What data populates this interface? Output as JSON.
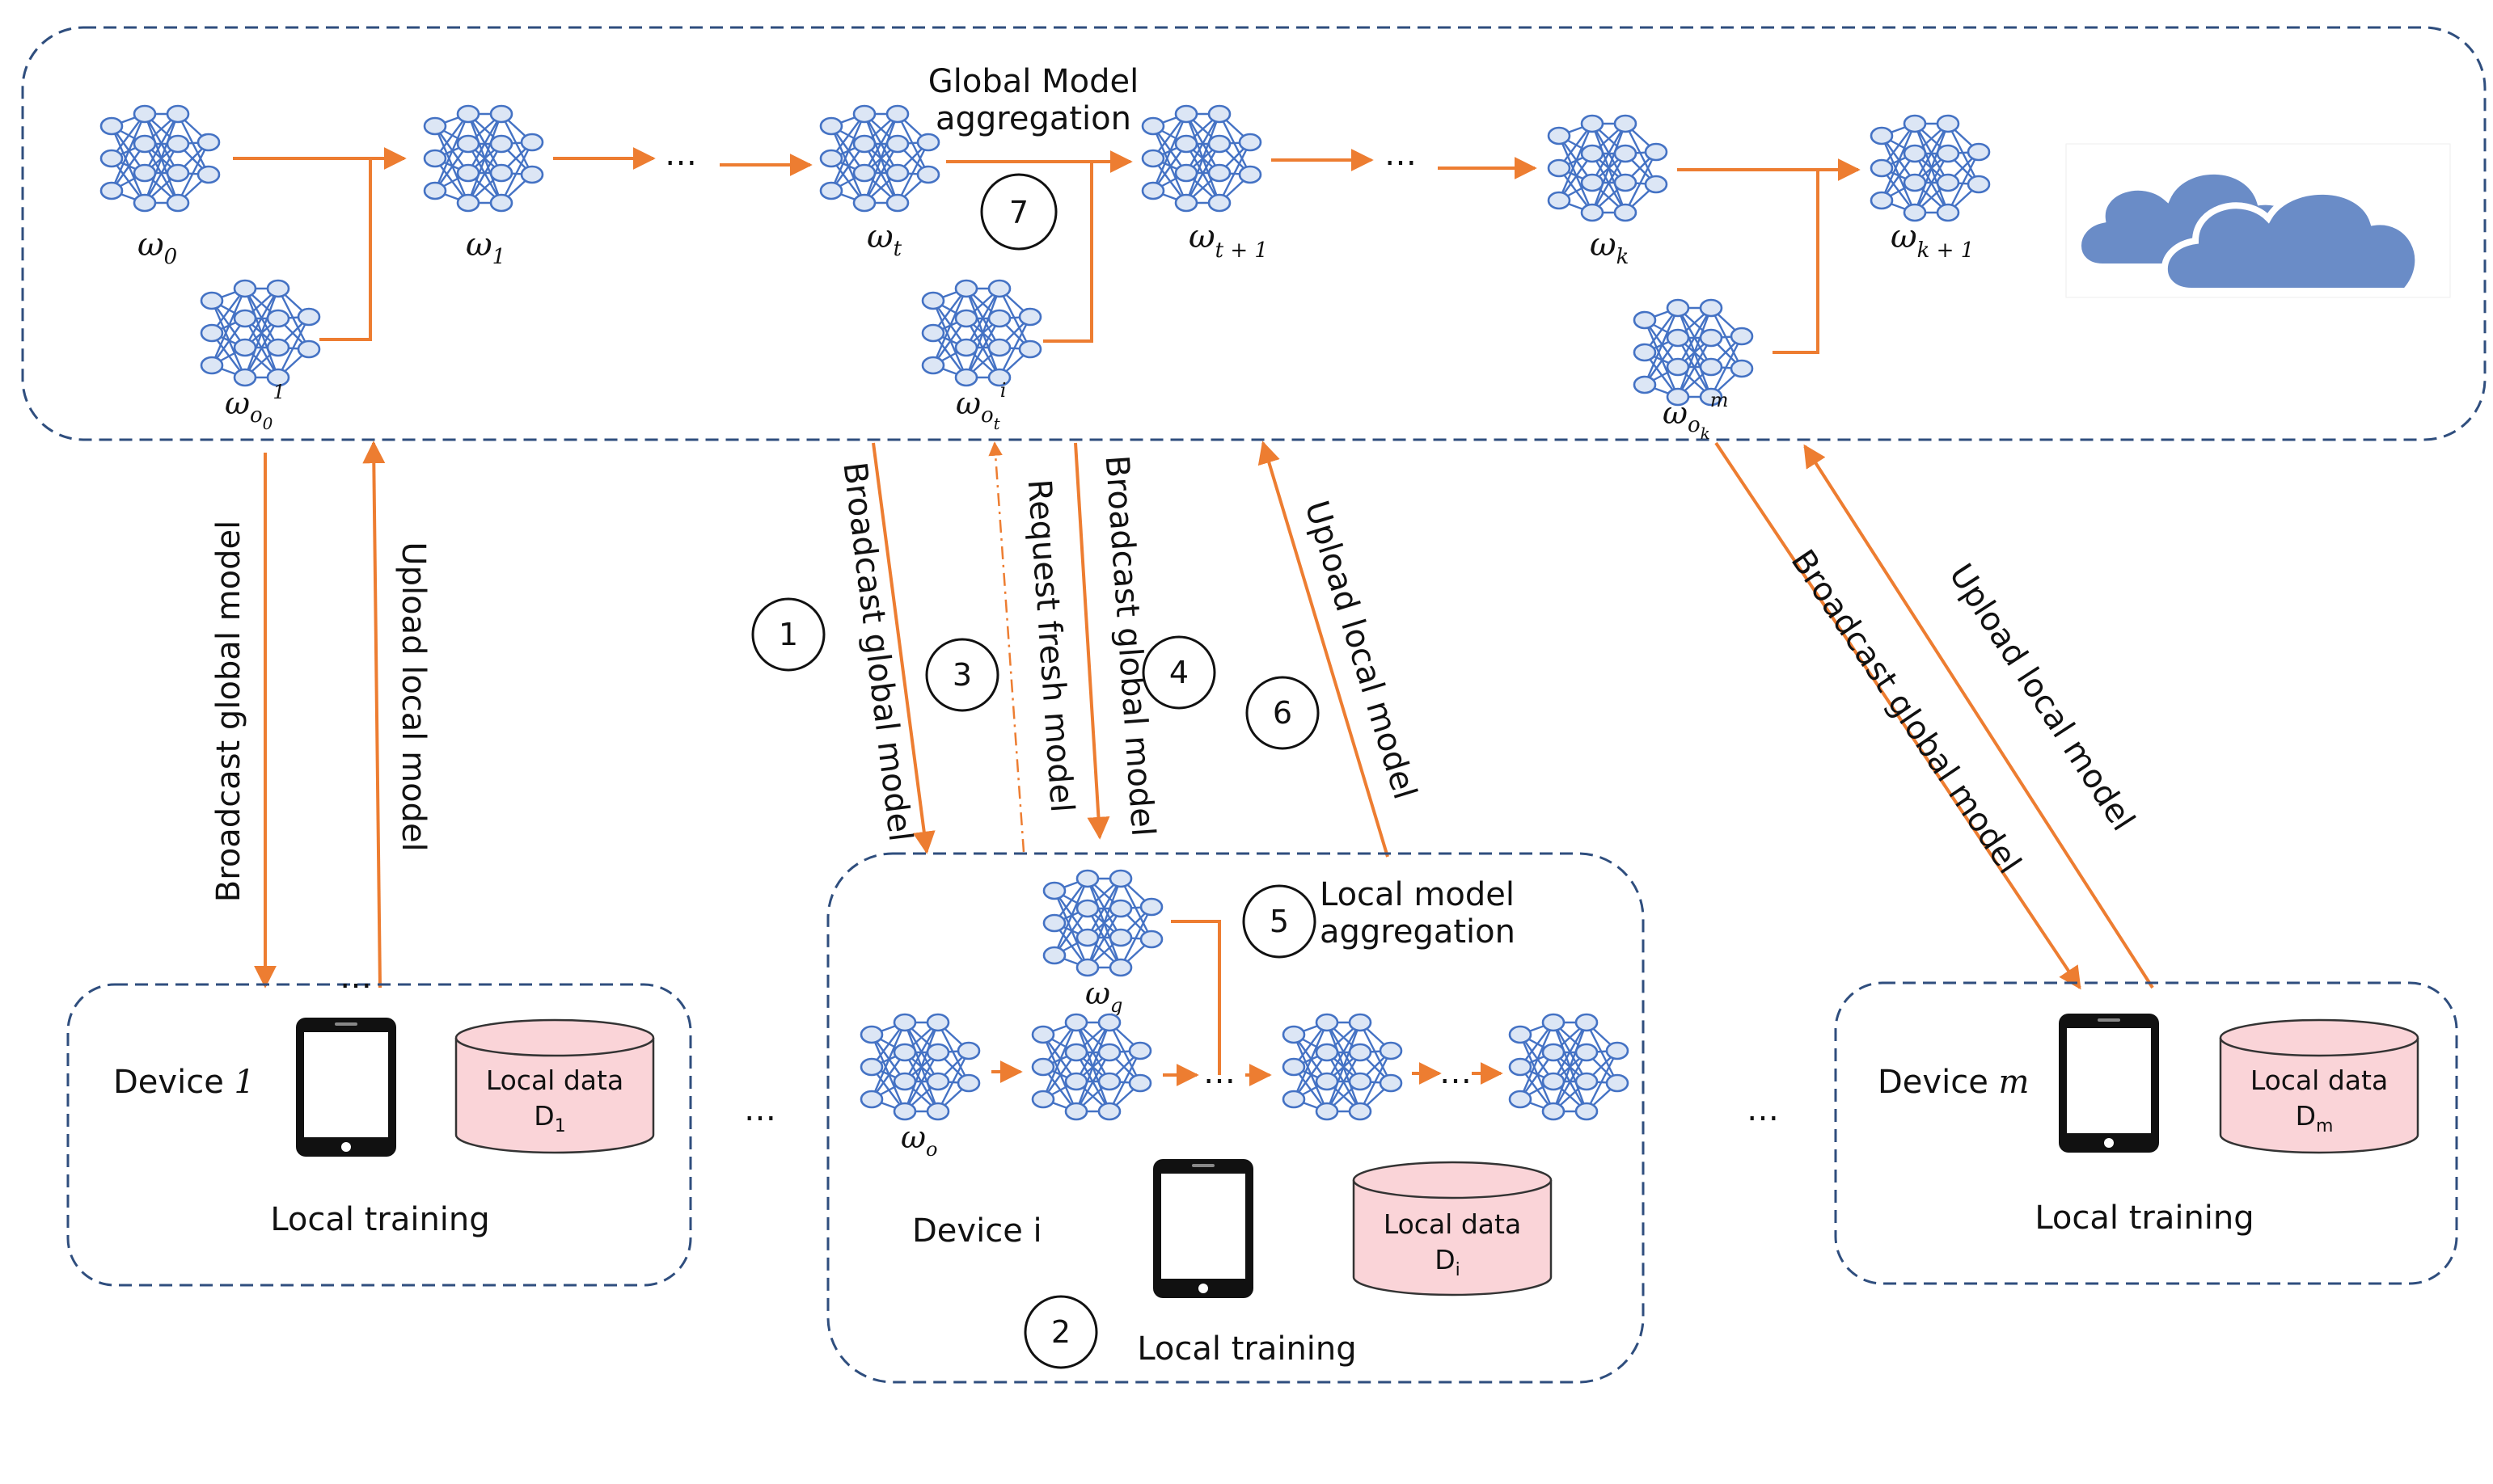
{
  "server": {
    "aggregation_label": [
      "Global Model",
      "aggregation"
    ],
    "models": [
      {
        "base": "ω",
        "sub": "0",
        "sup": ""
      },
      {
        "base": "ω",
        "sub": "1",
        "sup": ""
      },
      {
        "base": "ω",
        "sub": "t",
        "sup": ""
      },
      {
        "base": "ω",
        "sub": "t + 1",
        "sup": ""
      },
      {
        "base": "ω",
        "sub": "k",
        "sup": ""
      },
      {
        "base": "ω",
        "sub": "k + 1",
        "sup": ""
      }
    ],
    "stale_models": [
      {
        "base": "ω",
        "sub": "o",
        "subsub": "0",
        "sup": "1"
      },
      {
        "base": "ω",
        "sub": "o",
        "subsub": "t",
        "sup": "i"
      },
      {
        "base": "ω",
        "sub": "o",
        "subsub": "k",
        "sup": "m"
      }
    ],
    "ellipsis": "…",
    "cloud_icon": "cloud-icon"
  },
  "links": {
    "broadcast": "Broadcast global model",
    "upload": "Upload local model",
    "request": "Request fresh model"
  },
  "steps": [
    "1",
    "2",
    "3",
    "4",
    "5",
    "6",
    "7"
  ],
  "devices": {
    "device1": {
      "name": "Device",
      "index": "1",
      "data_label": "Local data",
      "data_symbol": "D",
      "data_sub": "1",
      "training": "Local training"
    },
    "devicei": {
      "name": "Device i",
      "data_label": "Local data",
      "data_symbol": "D",
      "data_sub": "i",
      "training": "Local training",
      "local_models": [
        {
          "base": "ω",
          "sub": "g"
        },
        {
          "base": "ω",
          "sub": "o"
        }
      ],
      "aggregation_label": [
        "Local model",
        "aggregation"
      ]
    },
    "devicem": {
      "name": "Device",
      "index": "m",
      "data_label": "Local data",
      "data_symbol": "D",
      "data_sub": "m",
      "training": "Local training"
    }
  },
  "between_devices": "…",
  "colors": {
    "arrow": "#ED7D31",
    "frame": "#2F4E7E",
    "node_fill": "#DCE6F5",
    "node_stroke": "#4472C4",
    "db_fill": "#FAD4D8",
    "cloud": "#6A8CC7"
  }
}
